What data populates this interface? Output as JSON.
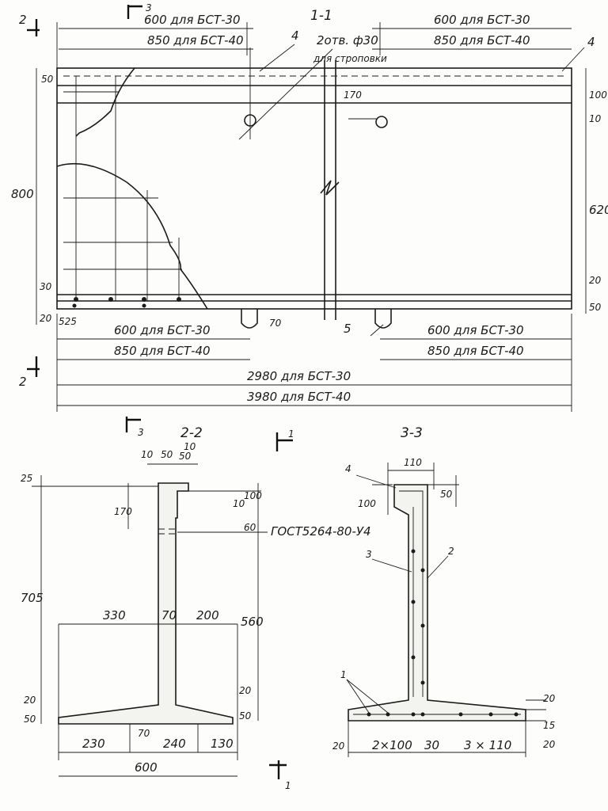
{
  "sections": {
    "s11": "1-1",
    "s22": "2-2",
    "s33": "3-3"
  },
  "markers": {
    "m1": "1",
    "m2": "2",
    "m3": "3"
  },
  "elevation": {
    "dim_top_600": "600 для БСТ-30",
    "dim_top_850": "850 для БСТ-40",
    "dim_top_right_600": "600  для  БСТ-30",
    "dim_top_right_850": "850  для  БСТ-40",
    "holes_label": "2отв. ф30",
    "holes_label2": "для строповки",
    "callout_4a": "4",
    "callout_4b": "4",
    "callout_5": "5",
    "dim_left_50": "50",
    "dim_left_800": "800",
    "dim_left_30": "30",
    "dim_left_20": "20",
    "dim_170": "170",
    "dim_right_100": "100",
    "dim_right_10": "10",
    "dim_right_620": "620",
    "dim_right_20": "20",
    "dim_right_50": "50",
    "dim_525": "525",
    "dim_70": "70",
    "dim_bot_600": "600   для  БСТ-30",
    "dim_bot_850": "850   для  БСТ-40",
    "dim_bot_right_600": "600  для  БСТ-30",
    "dim_bot_right_850": "850  для  БСТ-40",
    "dim_2980": "2980  для  БСТ-30",
    "dim_3980": "3980  для  БСТ-40"
  },
  "section22": {
    "d10a": "10",
    "d50a": "50",
    "d10b": "10",
    "d50b": "50",
    "d25": "25",
    "d170": "170",
    "d10c": "10",
    "d100": "100",
    "d60": "60",
    "pipe_label": "ГОСТ5264-80-У4",
    "d705": "705",
    "d560": "560",
    "d330": "330",
    "d70": "70",
    "d200": "200",
    "d20a": "20",
    "d20b": "20",
    "d50c": "50",
    "d50d": "50",
    "d70b": "70",
    "d230": "230",
    "d240": "240",
    "d130": "130",
    "d600": "600"
  },
  "section33": {
    "d110": "110",
    "d100": "100",
    "d50": "50",
    "c4": "4",
    "c3": "3",
    "c2": "2",
    "c1": "1",
    "d20a": "20",
    "d15": "15",
    "d20b": "20",
    "d20c": "20",
    "d2x100": "2×100",
    "d30": "30",
    "d3x110": "3 × 110"
  }
}
